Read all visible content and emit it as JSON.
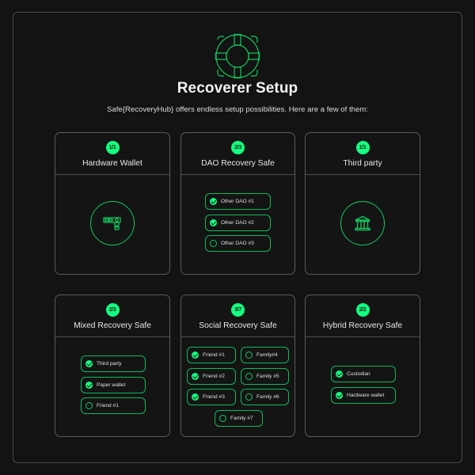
{
  "header": {
    "icon": "lifebuoy-icon",
    "title": "Recoverer Setup",
    "subtitle": "Safe{RecoveryHub} offers endless setup possibilities. Here are a few of them:"
  },
  "colors": {
    "background": "#121312",
    "accent": "#12ff80",
    "accent_line": "#12b85a",
    "border": "#5a5a5a"
  },
  "cards": [
    {
      "badge": "1/1",
      "title": "Hardware Wallet",
      "icon": "hardware-wallet-icon",
      "options": []
    },
    {
      "badge": "2/3",
      "title": "DAO Recovery Safe",
      "options": [
        {
          "label": "Other DAO #1",
          "checked": true
        },
        {
          "label": "Other DAO #2",
          "checked": true
        },
        {
          "label": "Other DAO #3",
          "checked": false
        }
      ]
    },
    {
      "badge": "1/1",
      "title": "Third party",
      "icon": "bank-icon",
      "options": []
    },
    {
      "badge": "2/3",
      "title": "Mixed Recovery Safe",
      "options": [
        {
          "label": "Third party",
          "checked": true
        },
        {
          "label": "Paper wallet",
          "checked": true
        },
        {
          "label": "Friend #1",
          "checked": false
        }
      ]
    },
    {
      "badge": "3/7",
      "title": "Social Recovery Safe",
      "options": [
        {
          "label": "Friend #1",
          "checked": true
        },
        {
          "label": "Family#4",
          "checked": false
        },
        {
          "label": "Friend #2",
          "checked": true
        },
        {
          "label": "Family #5",
          "checked": false
        },
        {
          "label": "Friend #3",
          "checked": true
        },
        {
          "label": "Family #6",
          "checked": false
        },
        {
          "label": "Family #7",
          "checked": false
        }
      ]
    },
    {
      "badge": "2/2",
      "title": "Hybrid Recovery Safe",
      "options": [
        {
          "label": "Custodian",
          "checked": true
        },
        {
          "label": "Hardware wallet",
          "checked": true
        }
      ]
    }
  ]
}
